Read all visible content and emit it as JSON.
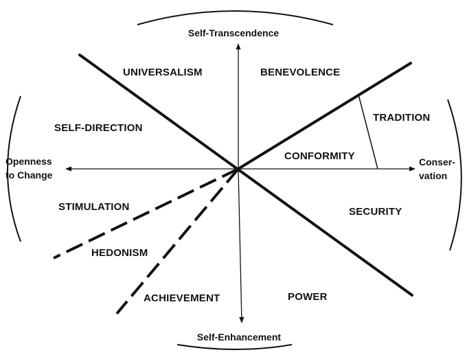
{
  "dimensions": {
    "top": "Self-Transcendence",
    "bottom": "Self-Enhancement",
    "left": [
      "Openness",
      "to Change"
    ],
    "right": [
      "Conser-",
      "vation"
    ]
  },
  "values": {
    "universalism": "UNIVERSALISM",
    "benevolence": "BENEVOLENCE",
    "tradition": "TRADITION",
    "conformity": "CONFORMITY",
    "security": "SECURITY",
    "power": "POWER",
    "achievement": "ACHIEVEMENT",
    "hedonism": "HEDONISM",
    "stimulation": "STIMULATION",
    "self_direction": "SELF-DIRECTION"
  },
  "colors": {
    "ink": "#111111",
    "background": "#ffffff"
  }
}
